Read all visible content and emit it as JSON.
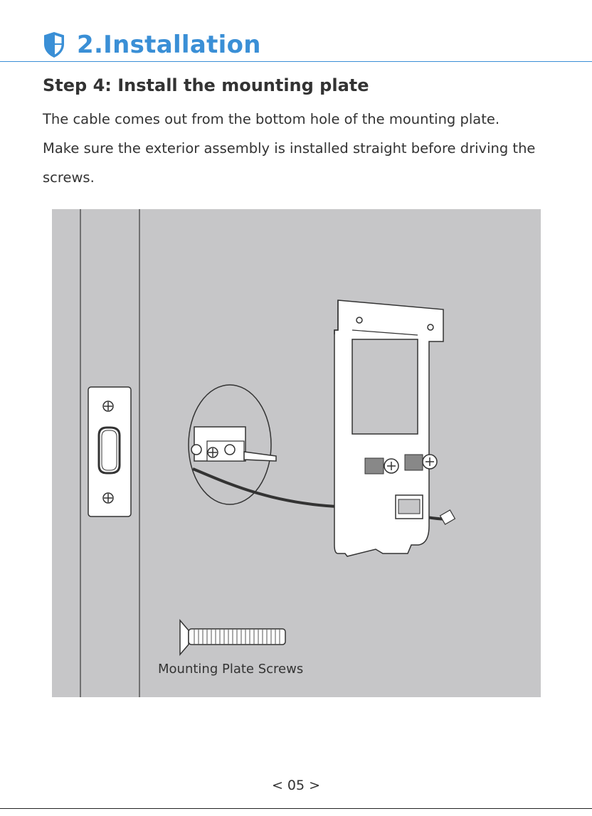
{
  "header": {
    "section_title": "2.Installation",
    "icon": "shield-icon",
    "accent_color": "#3a8fd6"
  },
  "step": {
    "title": "Step 4: Install the mounting plate",
    "paragraphs": [
      "The cable comes out from the bottom hole of the mounting plate.",
      "Make sure the exterior assembly is installed straight before driving the screws."
    ]
  },
  "figure": {
    "caption": "Mounting Plate Screws",
    "background_color": "#c6c6c8"
  },
  "footer": {
    "page_number": "< 05 >"
  }
}
